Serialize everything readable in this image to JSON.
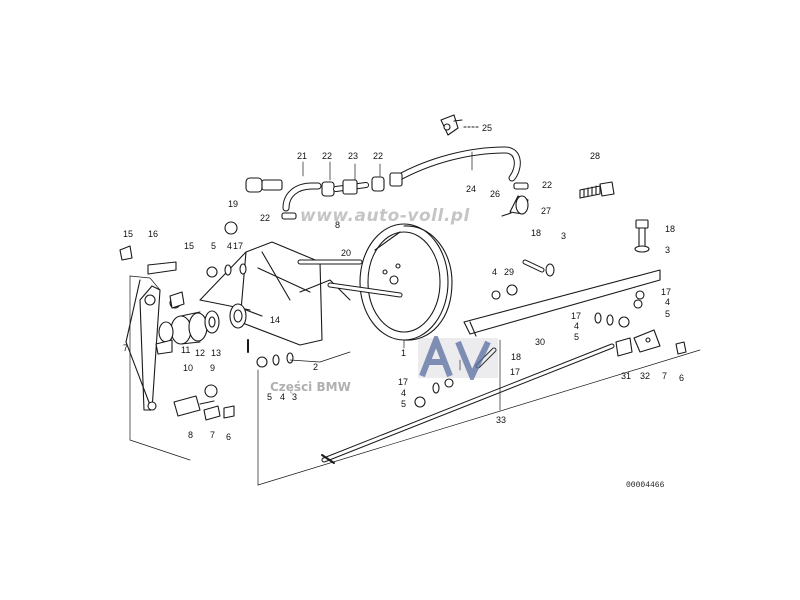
{
  "diagram": {
    "reference_code": "00004466",
    "watermark": {
      "url": "www.auto-voll.pl",
      "caption": "Części BMW",
      "logo_letters": "AV"
    },
    "callouts": [
      {
        "id": "c25",
        "label": "25"
      },
      {
        "id": "c21",
        "label": "21"
      },
      {
        "id": "c22a",
        "label": "22"
      },
      {
        "id": "c23",
        "label": "23"
      },
      {
        "id": "c22b",
        "label": "22"
      },
      {
        "id": "c28",
        "label": "28"
      },
      {
        "id": "c24",
        "label": "24"
      },
      {
        "id": "c22c",
        "label": "22"
      },
      {
        "id": "c26",
        "label": "26"
      },
      {
        "id": "c27",
        "label": "27"
      },
      {
        "id": "c19",
        "label": "19"
      },
      {
        "id": "c22d",
        "label": "22"
      },
      {
        "id": "c8",
        "label": "8"
      },
      {
        "id": "c20",
        "label": "20"
      },
      {
        "id": "c18a",
        "label": "18"
      },
      {
        "id": "c3a",
        "label": "3"
      },
      {
        "id": "c18b",
        "label": "18"
      },
      {
        "id": "c3b",
        "label": "3"
      },
      {
        "id": "c15a",
        "label": "15"
      },
      {
        "id": "c16",
        "label": "16"
      },
      {
        "id": "c15b",
        "label": "15"
      },
      {
        "id": "c5a",
        "label": "5"
      },
      {
        "id": "c4a",
        "label": "4"
      },
      {
        "id": "c17a",
        "label": "17"
      },
      {
        "id": "c4b",
        "label": "4"
      },
      {
        "id": "c29",
        "label": "29"
      },
      {
        "id": "c17b",
        "label": "17"
      },
      {
        "id": "c4c",
        "label": "4"
      },
      {
        "id": "c5b",
        "label": "5"
      },
      {
        "id": "c14",
        "label": "14"
      },
      {
        "id": "c17c",
        "label": "17"
      },
      {
        "id": "c4d",
        "label": "4"
      },
      {
        "id": "c5c",
        "label": "5"
      },
      {
        "id": "c7a",
        "label": "7"
      },
      {
        "id": "c11",
        "label": "11"
      },
      {
        "id": "c12",
        "label": "12"
      },
      {
        "id": "c13",
        "label": "13"
      },
      {
        "id": "c2",
        "label": "2"
      },
      {
        "id": "c1",
        "label": "1"
      },
      {
        "id": "c30",
        "label": "30"
      },
      {
        "id": "c18c",
        "label": "18"
      },
      {
        "id": "c10",
        "label": "10"
      },
      {
        "id": "c9",
        "label": "9"
      },
      {
        "id": "c17d",
        "label": "17"
      },
      {
        "id": "c17e",
        "label": "17"
      },
      {
        "id": "c4e",
        "label": "4"
      },
      {
        "id": "c31",
        "label": "31"
      },
      {
        "id": "c32",
        "label": "32"
      },
      {
        "id": "c7b",
        "label": "7"
      },
      {
        "id": "c6a",
        "label": "6"
      },
      {
        "id": "c5d",
        "label": "5"
      },
      {
        "id": "c4f",
        "label": "4"
      },
      {
        "id": "c3c",
        "label": "3"
      },
      {
        "id": "c5e",
        "label": "5"
      },
      {
        "id": "c8b",
        "label": "8"
      },
      {
        "id": "c7c",
        "label": "7"
      },
      {
        "id": "c6b",
        "label": "6"
      },
      {
        "id": "c33",
        "label": "33"
      }
    ]
  }
}
